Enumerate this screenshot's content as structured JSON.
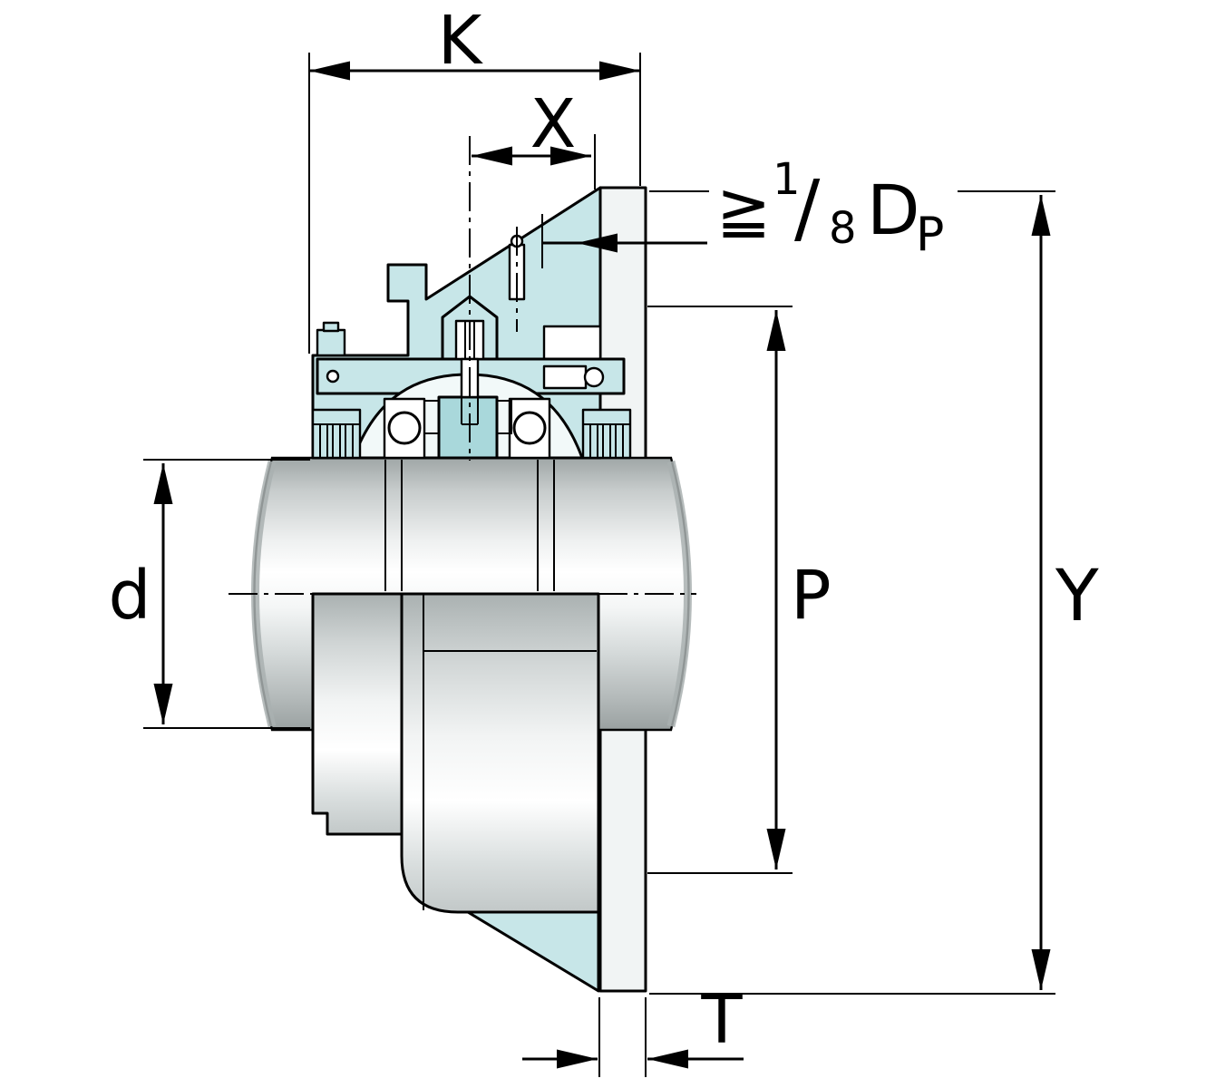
{
  "diagram": {
    "type": "engineering-cross-section",
    "labels": {
      "k": "K",
      "x": "X",
      "d": "d",
      "p": "P",
      "y": "Y",
      "t": "T",
      "flange_min": {
        "geq": "≧",
        "numerator": "1",
        "slash": "/",
        "denominator": "8",
        "symbol": "D",
        "subscript": "P"
      }
    },
    "colors": {
      "housing_teal": "#c7e6e8",
      "housing_teal_mid": "#a9d8db",
      "highlight_yellow": "#dce596",
      "metal_light": "#f1f4f4",
      "line_color": "#000000"
    }
  }
}
